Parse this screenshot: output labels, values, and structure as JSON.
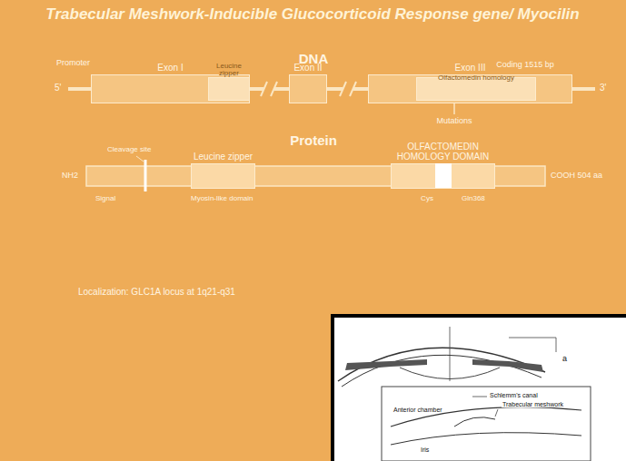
{
  "diagram": {
    "title": "Trabecular Meshwork-Inducible Glucocorticoid Response gene/ Myocilin",
    "nodes": [
      {
        "text": [
          "Exon I"
        ]
      },
      {
        "text": [
          "Leucine zipper"
        ],
        "in": 0
      },
      {
        "text": [
          "Exon II"
        ]
      },
      {
        "text": [
          "Exon III"
        ]
      },
      {
        "text": [
          "Olfactomedin homology"
        ],
        "in": 3
      },
      {
        "text": [
          "Leucine zipper"
        ]
      },
      {
        "text": [
          "OLFACTOMEDIN HOMOLOGY DOMAIN"
        ]
      }
    ],
    "edges": [
      {
        "from": 0,
        "to": 2,
        "arrow": "none"
      },
      {
        "from": 2,
        "to": 3,
        "arrow": "none"
      }
    ],
    "labels": [
      "DNA",
      "Promoter",
      "5'",
      "3'",
      "Coding 1515 bp",
      "Mutations",
      "Protein",
      "Cleavage site",
      "NH2",
      "COOH 504 aa",
      "Signal",
      "Myosin-like domain",
      "Cys",
      "Gln368",
      "Localization: GLC1A locus at 1q21-q31",
      "a",
      "Anterior chamber",
      "Iris",
      "Schlemm's canal",
      "Trabecular meshwork"
    ]
  }
}
